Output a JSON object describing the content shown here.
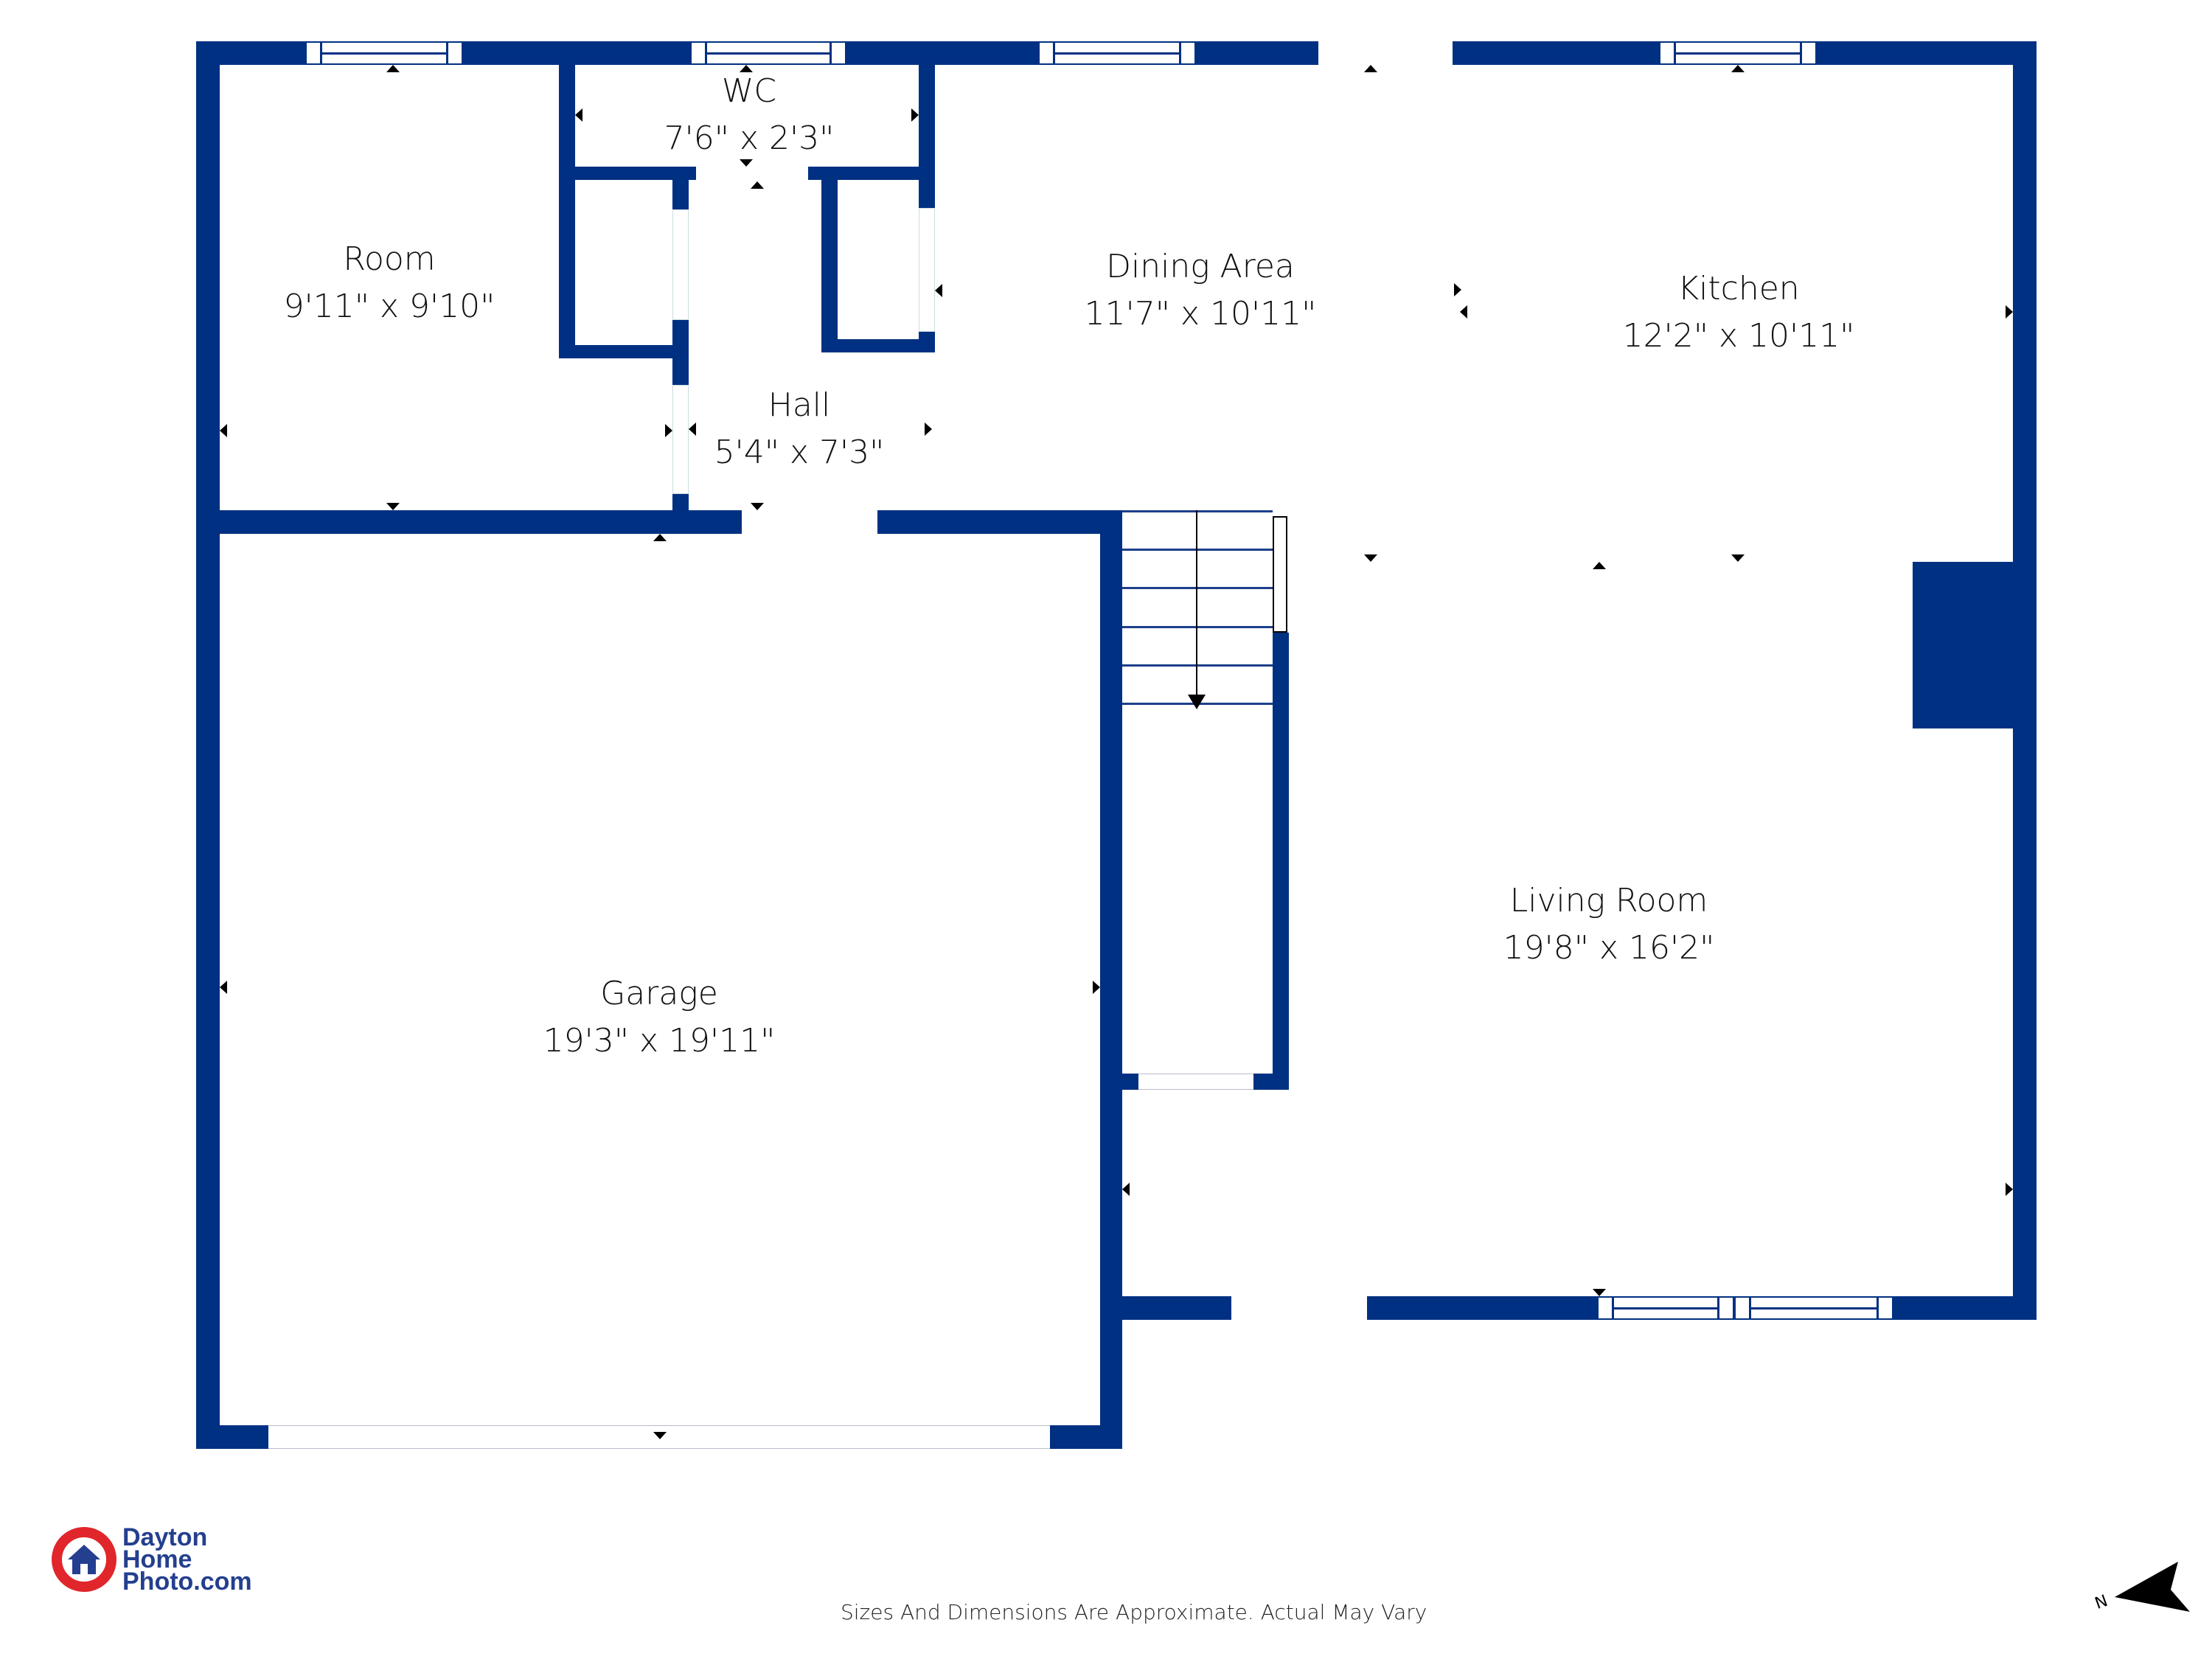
{
  "floor_plan": {
    "wall_color": "#003082",
    "rooms": [
      {
        "name": "Room",
        "dimensions": "9'11\" x 9'10\""
      },
      {
        "name": "WC",
        "dimensions": "7'6\" x 2'3\""
      },
      {
        "name": "Hall",
        "dimensions": "5'4\" x 7'3\""
      },
      {
        "name": "Dining Area",
        "dimensions": "11'7\" x 10'11\""
      },
      {
        "name": "Kitchen",
        "dimensions": "12'2\" x 10'11\""
      },
      {
        "name": "Garage",
        "dimensions": "19'3\" x 19'11\""
      },
      {
        "name": "Living Room",
        "dimensions": "19'8\" x 16'2\""
      }
    ],
    "stairs": {
      "direction": "down"
    },
    "compass": {
      "label": "N"
    }
  },
  "footer": {
    "disclaimer": "Sizes And Dimensions Are Approximate. Actual May Vary",
    "logo": {
      "line1": "Dayton",
      "line2": "Home",
      "line3": "Photo.com",
      "ring_color": "#e0262b",
      "text_color": "#243f8f"
    }
  }
}
